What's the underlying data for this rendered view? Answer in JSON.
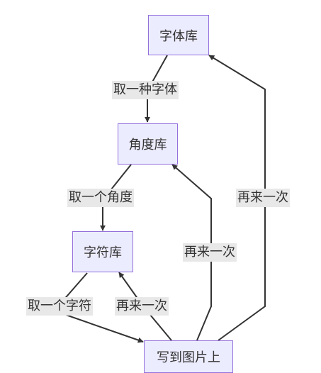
{
  "nodes": {
    "font_library": "字体库",
    "angle_library": "角度库",
    "char_library": "字符库",
    "write_to_image": "写到图片上"
  },
  "edges": {
    "pick_font": "取一种字体",
    "pick_angle": "取一个角度",
    "pick_char": "取一个字符",
    "again_to_char": "再来一次",
    "again_to_angle": "再来一次",
    "again_to_font": "再来一次"
  },
  "colors": {
    "node_fill": "#ececff",
    "node_border": "#9370db",
    "edge_stroke": "#333333",
    "label_bg": "#e8e8e8",
    "text": "#333333"
  }
}
